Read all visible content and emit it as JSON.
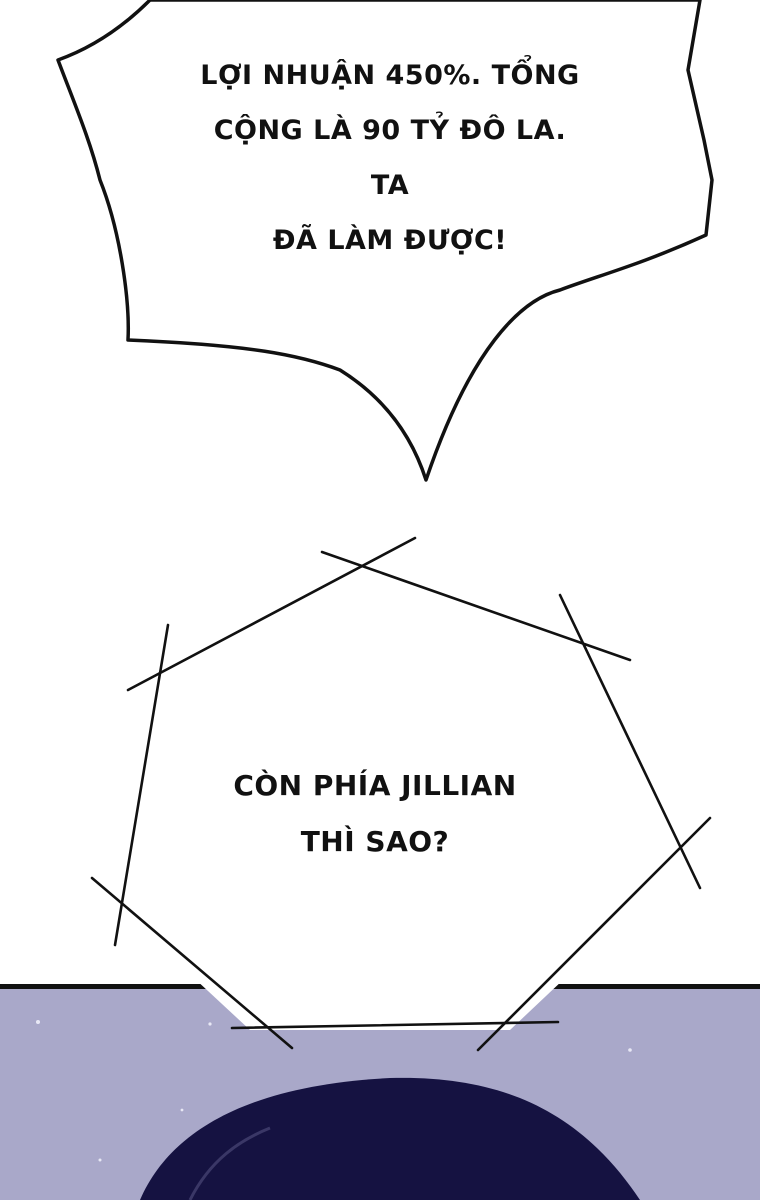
{
  "bubbles": [
    {
      "id": "speech-bubble-1",
      "text": "LỢI NHUẬN 450%. TỔNG\nCỘNG LÀ 90 TỶ ĐÔ LA. TA\nĐÃ LÀM ĐƯỢC!"
    },
    {
      "id": "speech-bubble-2",
      "text": "CÒN PHÍA JILLIAN\nTHÌ SAO?"
    }
  ],
  "colors": {
    "background": "#ffffff",
    "panel_night": "#a9a8c9",
    "silhouette": "#151241",
    "ink": "#111111"
  }
}
